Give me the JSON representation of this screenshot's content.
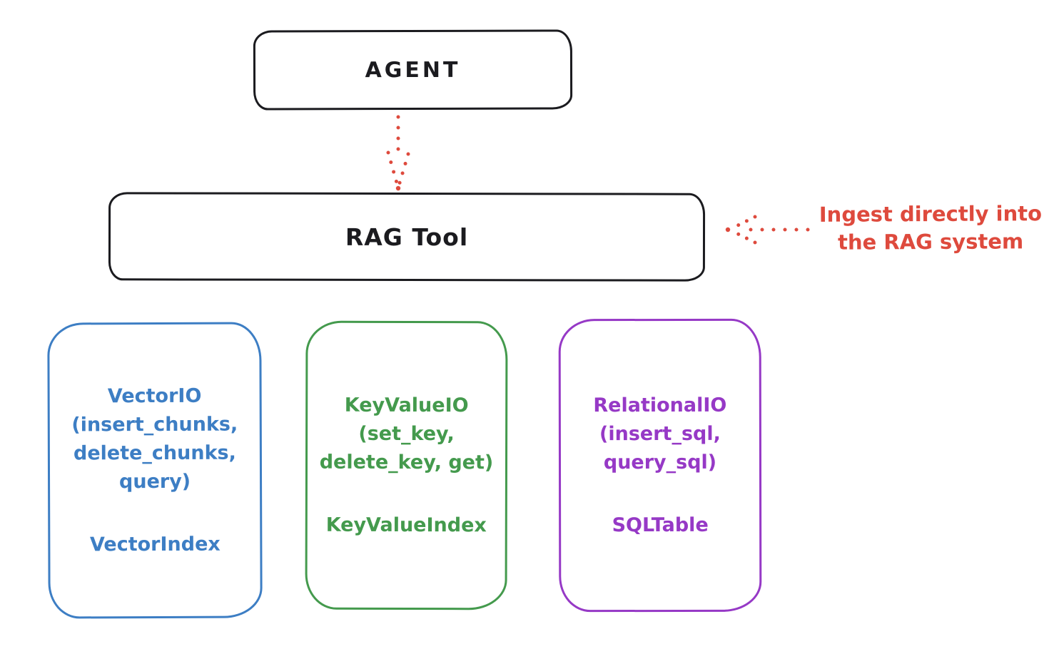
{
  "page": {
    "background": "#ffffff"
  },
  "colors": {
    "ink": "#1b1b1f",
    "red": "#de4a3d",
    "blue": "#3d7ec4",
    "green": "#449a4d",
    "purple": "#9639c6"
  },
  "nodes": {
    "agent": {
      "label": "AGENT"
    },
    "rag_tool": {
      "label": "RAG Tool"
    },
    "vector_io": {
      "title": "VectorIO",
      "methods": [
        "(insert_chunks,",
        "delete_chunks,",
        "query)"
      ],
      "index": "VectorIndex",
      "color": "#3d7ec4"
    },
    "key_value_io": {
      "title": "KeyValueIO",
      "methods": [
        "(set_key,",
        "delete_key, get)"
      ],
      "index": "KeyValueIndex",
      "color": "#449a4d"
    },
    "relational_io": {
      "title": "RelationalIO",
      "methods": [
        "(insert_sql,",
        "query_sql)"
      ],
      "index": "SQLTable",
      "color": "#9639c6"
    }
  },
  "connectors": {
    "agent_to_rag": "dotted-down-arrow",
    "annotation_to_rag": "dotted-left-arrow"
  },
  "annotation": {
    "line1": "Ingest directly into",
    "line2": "the RAG system"
  }
}
